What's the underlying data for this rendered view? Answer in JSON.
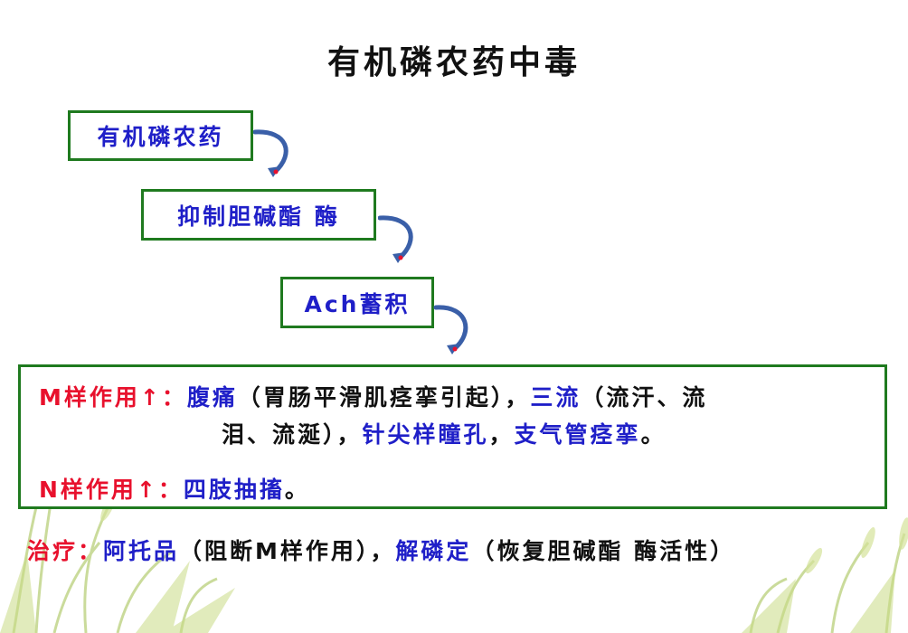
{
  "title": "有机磷农药中毒",
  "flow": {
    "step1": "有机磷农药",
    "step2": "抑制胆碱酯 酶",
    "step3": "Ach蓄积"
  },
  "effects": {
    "m_label": "M样作用↑：",
    "m_line1_a": "腹痛",
    "m_line1_b": "（胃肠平滑肌痉挛引起），",
    "m_line1_c": "三流",
    "m_line1_d": "（流汗、流",
    "m_line2_a": "泪、流涎），",
    "m_line2_b": "针尖样瞳孔",
    "m_line2_c": "，",
    "m_line2_d": "支气管痉挛",
    "m_line2_e": "。",
    "n_label": "N样作用↑：",
    "n_text": "四肢抽搐",
    "n_end": "。"
  },
  "treatment": {
    "label": "治疗：",
    "drug1": "阿托品",
    "drug1_note": "（阻断M样作用），",
    "drug2": "解磷定",
    "drug2_note": "（恢复胆碱酯 酶活性）"
  }
}
